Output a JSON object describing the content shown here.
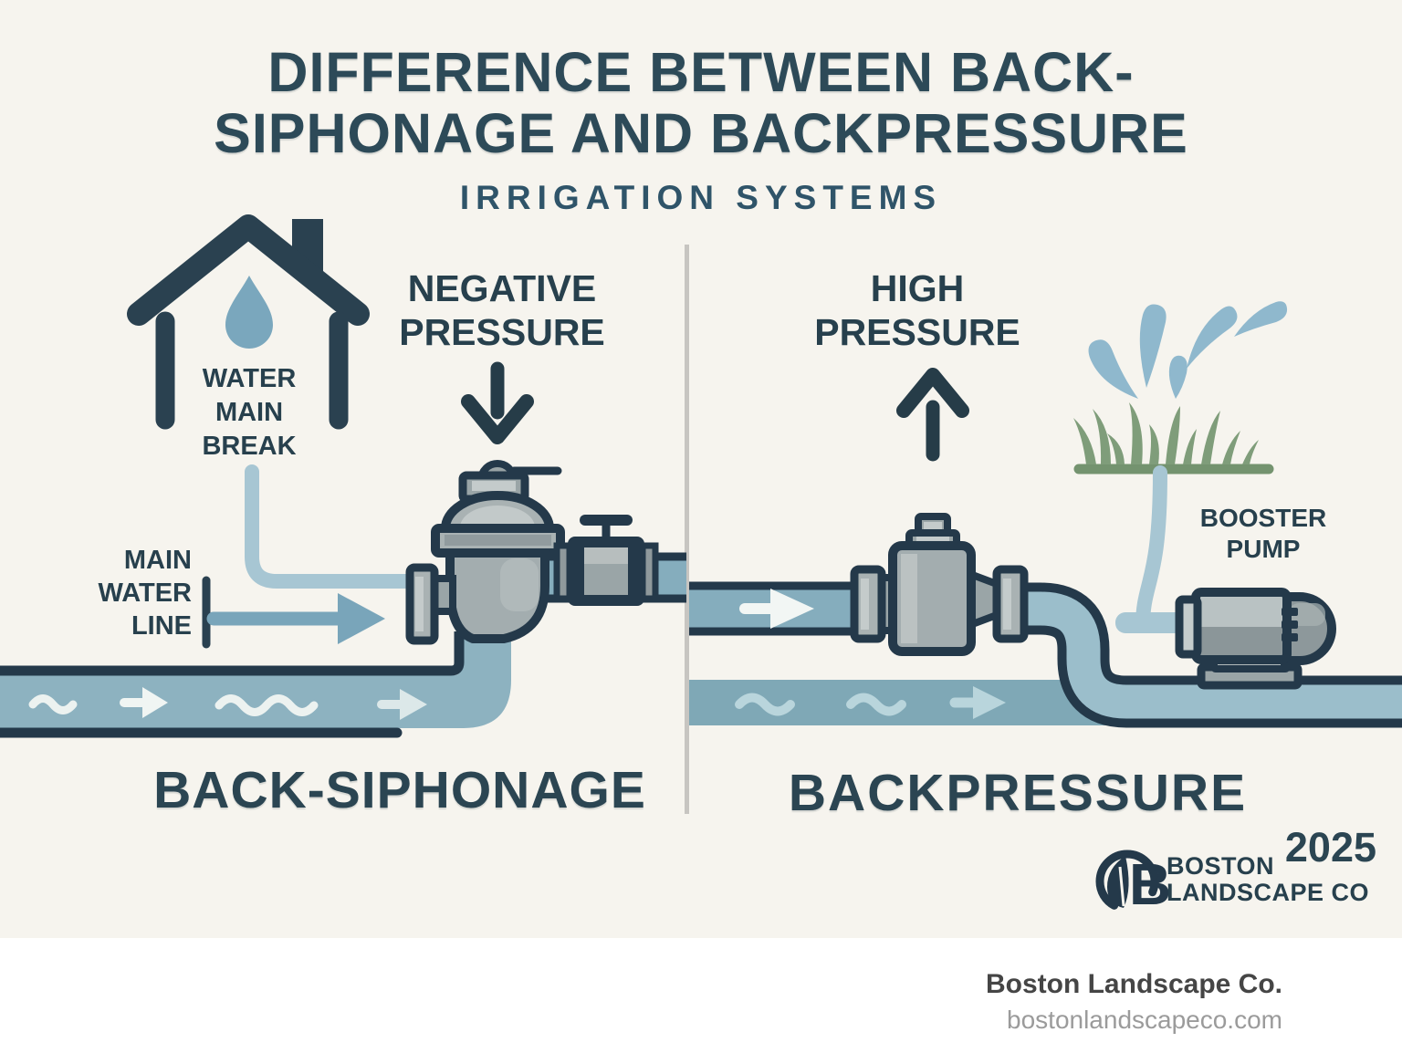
{
  "header": {
    "title_line1": "DIFFERENCE BETWEEN BACK-",
    "title_line2": "SIPHONAGE AND BACKPRESSURE",
    "subtitle": "IRRIGATION SYSTEMS"
  },
  "left_panel": {
    "section_label": "BACK-SIPHONAGE",
    "water_main_break_label": "WATER MAIN BREAK",
    "negative_pressure_label": "NEGATIVE PRESSURE",
    "main_water_line_label": "MAIN WATER LINE"
  },
  "right_panel": {
    "section_label": "BACKPRESSURE",
    "high_pressure_label": "HIGH PRESSURE",
    "booster_pump_label": "BOOSTER PUMP"
  },
  "branding": {
    "year": "2025",
    "logo_letter": "B",
    "logo_line1": "BOSTON",
    "logo_line2": "LANDSCAPE CO"
  },
  "footer": {
    "company": "Boston Landscape Co.",
    "website": "bostonlandscapeco.com"
  },
  "icons": {
    "house": "house-icon",
    "water_drop": "water-drop-icon",
    "down_arrow": "down-arrow-icon",
    "up_arrow": "up-arrow-icon",
    "grass": "grass-icon",
    "spray": "sprinkler-spray-icon",
    "bridge_logo": "bridge-circle-logo"
  },
  "colors": {
    "background": "#f6f4ee",
    "outline_navy": "#24394a",
    "text_navy": "#27404d",
    "title_navy": "#2d4a58",
    "pipe_blue": "#85adbd",
    "pipe_band_blue": "#7fa8b6",
    "light_pipe_blue": "#a7c6d3",
    "pale_mark": "#f2f6f4",
    "band_mark": "#b9d5dc",
    "valve_gray": "#a3adaf",
    "grass_green": "#7f9d7a",
    "spray_blue": "#8fb8cd",
    "divider_gray": "#c7c5c1",
    "footer_logo_navy": "#27497b"
  }
}
